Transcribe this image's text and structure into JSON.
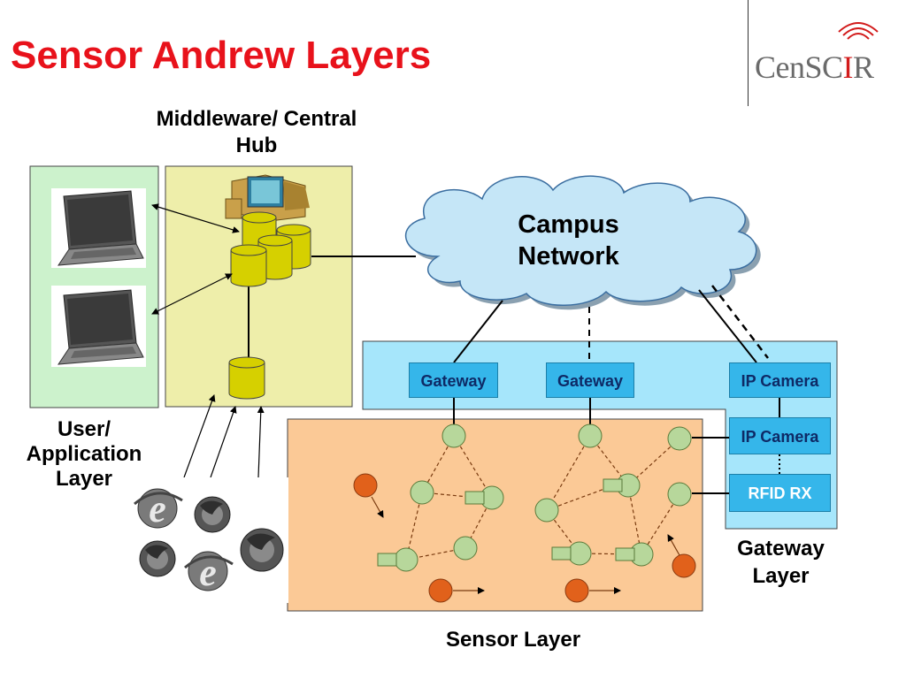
{
  "title": "Sensor Andrew Layers",
  "logo": {
    "main": "CenSC",
    "accent": "I",
    "tail": "R"
  },
  "labels": {
    "middleware": "Middleware/ Central Hub",
    "user_app_line1": "User/",
    "user_app_line2": "Application",
    "user_app_line3": "Layer",
    "campus_line1": "Campus",
    "campus_line2": "Network",
    "gateway_layer_line1": "Gateway",
    "gateway_layer_line2": "Layer",
    "sensor_layer": "Sensor Layer"
  },
  "gateway_boxes": {
    "gateway_1": "Gateway",
    "gateway_2": "Gateway",
    "ip_camera_1": "IP Camera",
    "ip_camera_2": "IP Camera",
    "rfid_rx": "RFID RX"
  },
  "colors": {
    "title": "#e8121b",
    "user_layer": "#ccf2cc",
    "middleware": "#eeeeaa",
    "gateway_layer": "#a6e6fb",
    "sensor_layer": "#fbc996",
    "sensor_node": "#b7d79b",
    "mobile_node": "#e1611b",
    "database": "#d6d000",
    "cloud": "#c5e6f7"
  }
}
